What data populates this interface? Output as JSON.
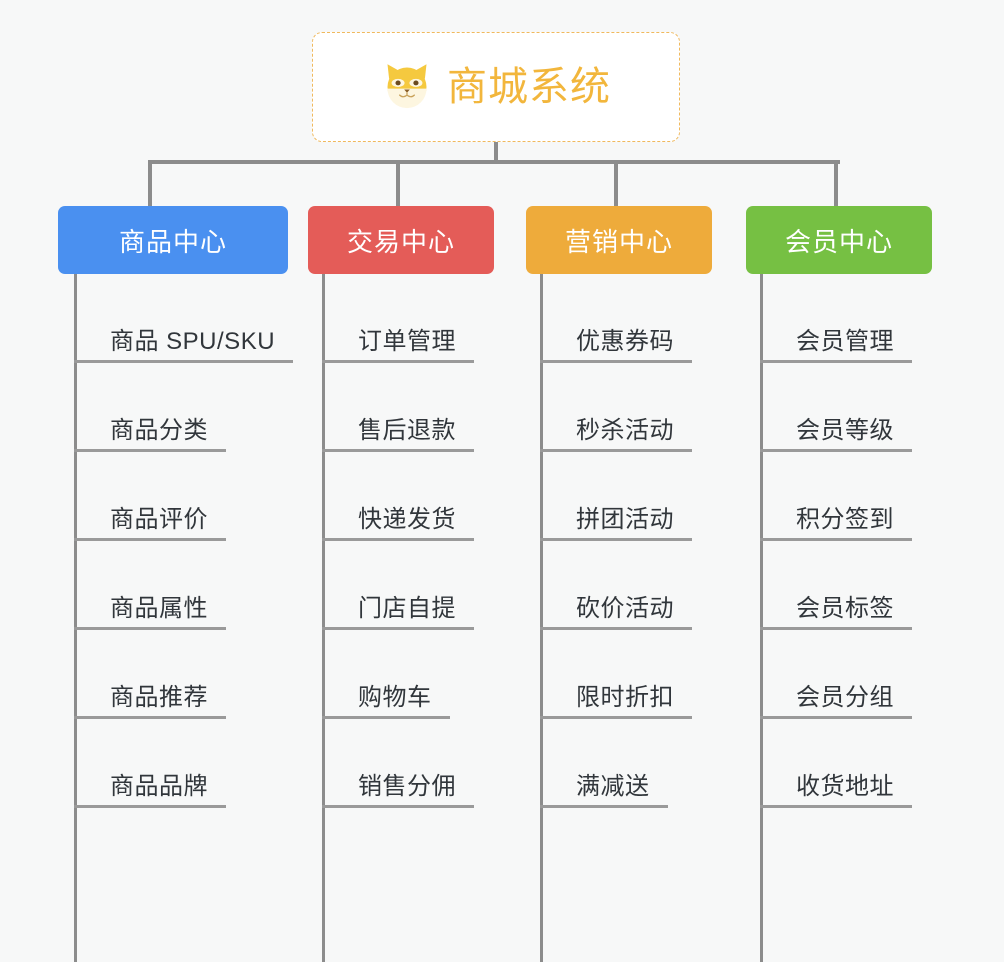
{
  "page": {
    "background_color": "#f7f8f8",
    "line_color": "#8c8c8c",
    "leaf_text_color": "#31363b"
  },
  "root": {
    "title": "商城系统",
    "icon": "shiba-dog-face-icon",
    "text_color": "#f2b63c",
    "border_color": "#f0b95d",
    "background_color": "#ffffff"
  },
  "columns": [
    {
      "title": "商品中心",
      "color": "#4a90f0",
      "items": [
        "商品 SPU/SKU",
        "商品分类",
        "商品评价",
        "商品属性",
        "商品推荐",
        "商品品牌"
      ]
    },
    {
      "title": "交易中心",
      "color": "#e45c58",
      "items": [
        "订单管理",
        "售后退款",
        "快递发货",
        "门店自提",
        "购物车",
        "销售分佣"
      ]
    },
    {
      "title": "营销中心",
      "color": "#eeab3b",
      "items": [
        "优惠券码",
        "秒杀活动",
        "拼团活动",
        "砍价活动",
        "限时折扣",
        "满减送"
      ]
    },
    {
      "title": "会员中心",
      "color": "#76c043",
      "items": [
        "会员管理",
        "会员等级",
        "积分签到",
        "会员标签",
        "会员分组",
        "收货地址"
      ]
    }
  ]
}
